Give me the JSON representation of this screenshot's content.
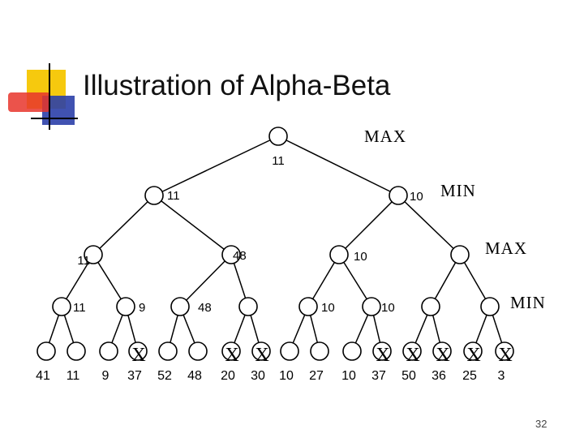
{
  "title": "Illustration of Alpha-Beta",
  "page_number": "32",
  "colors": {
    "logo_yellow": "#f6c90e",
    "logo_red": "#e8352b",
    "logo_blue": "#2b3fa8"
  },
  "level_labels": [
    "MAX",
    "MIN",
    "MAX",
    "MIN"
  ],
  "nodes": {
    "root": {
      "value": "11"
    },
    "min1": [
      {
        "value": "11"
      },
      {
        "value": "10"
      }
    ],
    "max2": [
      {
        "value": "11"
      },
      {
        "value": "48"
      },
      {
        "value": "10"
      },
      {
        "value": ""
      }
    ],
    "min3": [
      {
        "value": "11"
      },
      {
        "value": "9"
      },
      {
        "value": "48"
      },
      {
        "value": ""
      },
      {
        "value": "10"
      },
      {
        "value": "10"
      },
      {
        "value": ""
      },
      {
        "value": ""
      }
    ]
  },
  "leaves": [
    {
      "value": "41",
      "pruned": false
    },
    {
      "value": "11",
      "pruned": false
    },
    {
      "value": "9",
      "pruned": false
    },
    {
      "value": "37",
      "pruned": true
    },
    {
      "value": "52",
      "pruned": false
    },
    {
      "value": "48",
      "pruned": false
    },
    {
      "value": "20",
      "pruned": true
    },
    {
      "value": "30",
      "pruned": true
    },
    {
      "value": "10",
      "pruned": false
    },
    {
      "value": "27",
      "pruned": false
    },
    {
      "value": "10",
      "pruned": false
    },
    {
      "value": "37",
      "pruned": true
    },
    {
      "value": "50",
      "pruned": true
    },
    {
      "value": "36",
      "pruned": true
    },
    {
      "value": "25",
      "pruned": true
    },
    {
      "value": "3",
      "pruned": true
    }
  ],
  "prune_mark": "X"
}
